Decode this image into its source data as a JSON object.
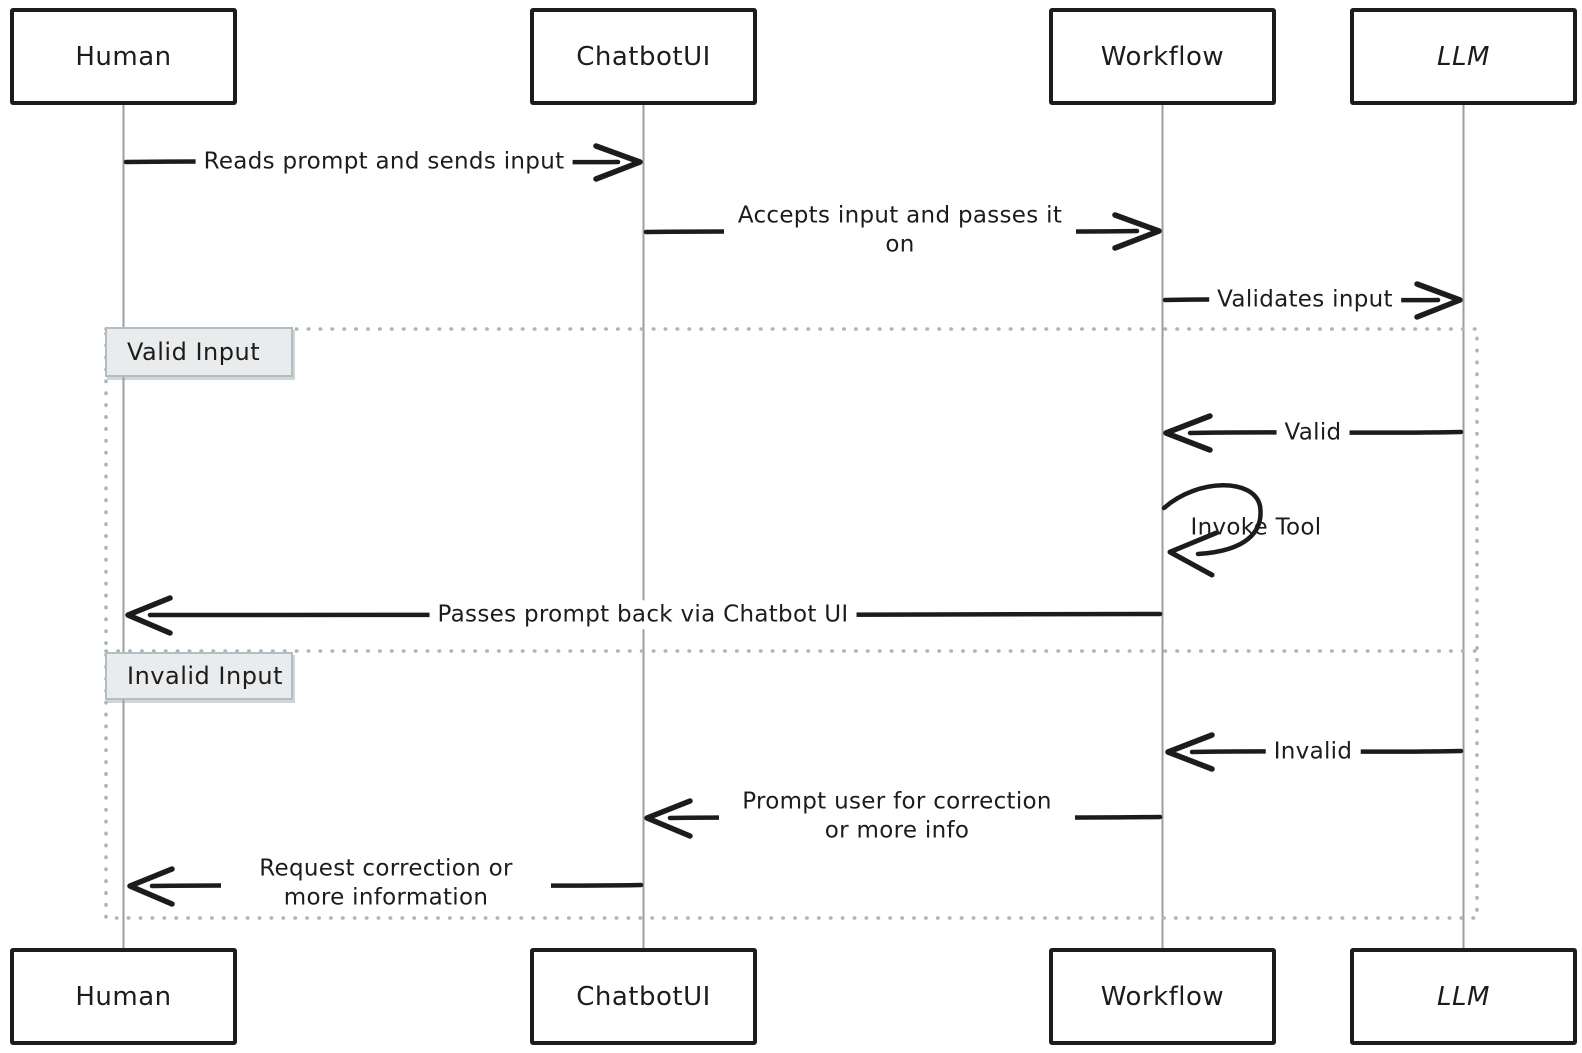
{
  "diagram": {
    "type": "sequence-diagram",
    "style": "hand-drawn",
    "colors": {
      "ink": "#1c1c1c",
      "lifeline": "#9e9e9e",
      "frame_dotted_border": "#aab6bc",
      "alt_label_background": "#e9ebed",
      "alt_label_border": "#b4bdc2",
      "background": "#ffffff"
    },
    "actors": [
      {
        "id": "human",
        "label": "Human"
      },
      {
        "id": "chatbotui",
        "label": "ChatbotUI"
      },
      {
        "id": "workflow",
        "label": "Workflow"
      },
      {
        "id": "llm",
        "label": "LLM"
      }
    ],
    "alt_sections": [
      {
        "label": "Valid Input"
      },
      {
        "label": "Invalid Input"
      }
    ],
    "messages": [
      {
        "from": "Human",
        "to": "ChatbotUI",
        "direction": "right",
        "label": "Reads prompt and sends input",
        "section": "none"
      },
      {
        "from": "ChatbotUI",
        "to": "Workflow",
        "direction": "right",
        "label": "Accepts input and passes it on",
        "section": "none"
      },
      {
        "from": "Workflow",
        "to": "LLM",
        "direction": "right",
        "label": "Validates input",
        "section": "none"
      },
      {
        "from": "LLM",
        "to": "Workflow",
        "direction": "left",
        "label": "Valid",
        "section": "Valid Input"
      },
      {
        "from": "Workflow",
        "to": "Workflow",
        "direction": "self",
        "label": "Invoke Tool",
        "section": "Valid Input"
      },
      {
        "from": "Workflow",
        "to": "Human",
        "direction": "left",
        "label": "Passes prompt back via Chatbot UI",
        "section": "Valid Input"
      },
      {
        "from": "LLM",
        "to": "Workflow",
        "direction": "left",
        "label": "Invalid",
        "section": "Invalid Input"
      },
      {
        "from": "Workflow",
        "to": "ChatbotUI",
        "direction": "left",
        "label": "Prompt user for correction or more info",
        "section": "Invalid Input"
      },
      {
        "from": "ChatbotUI",
        "to": "Human",
        "direction": "left",
        "label": "Request correction or more information",
        "section": "Invalid Input"
      }
    ]
  }
}
